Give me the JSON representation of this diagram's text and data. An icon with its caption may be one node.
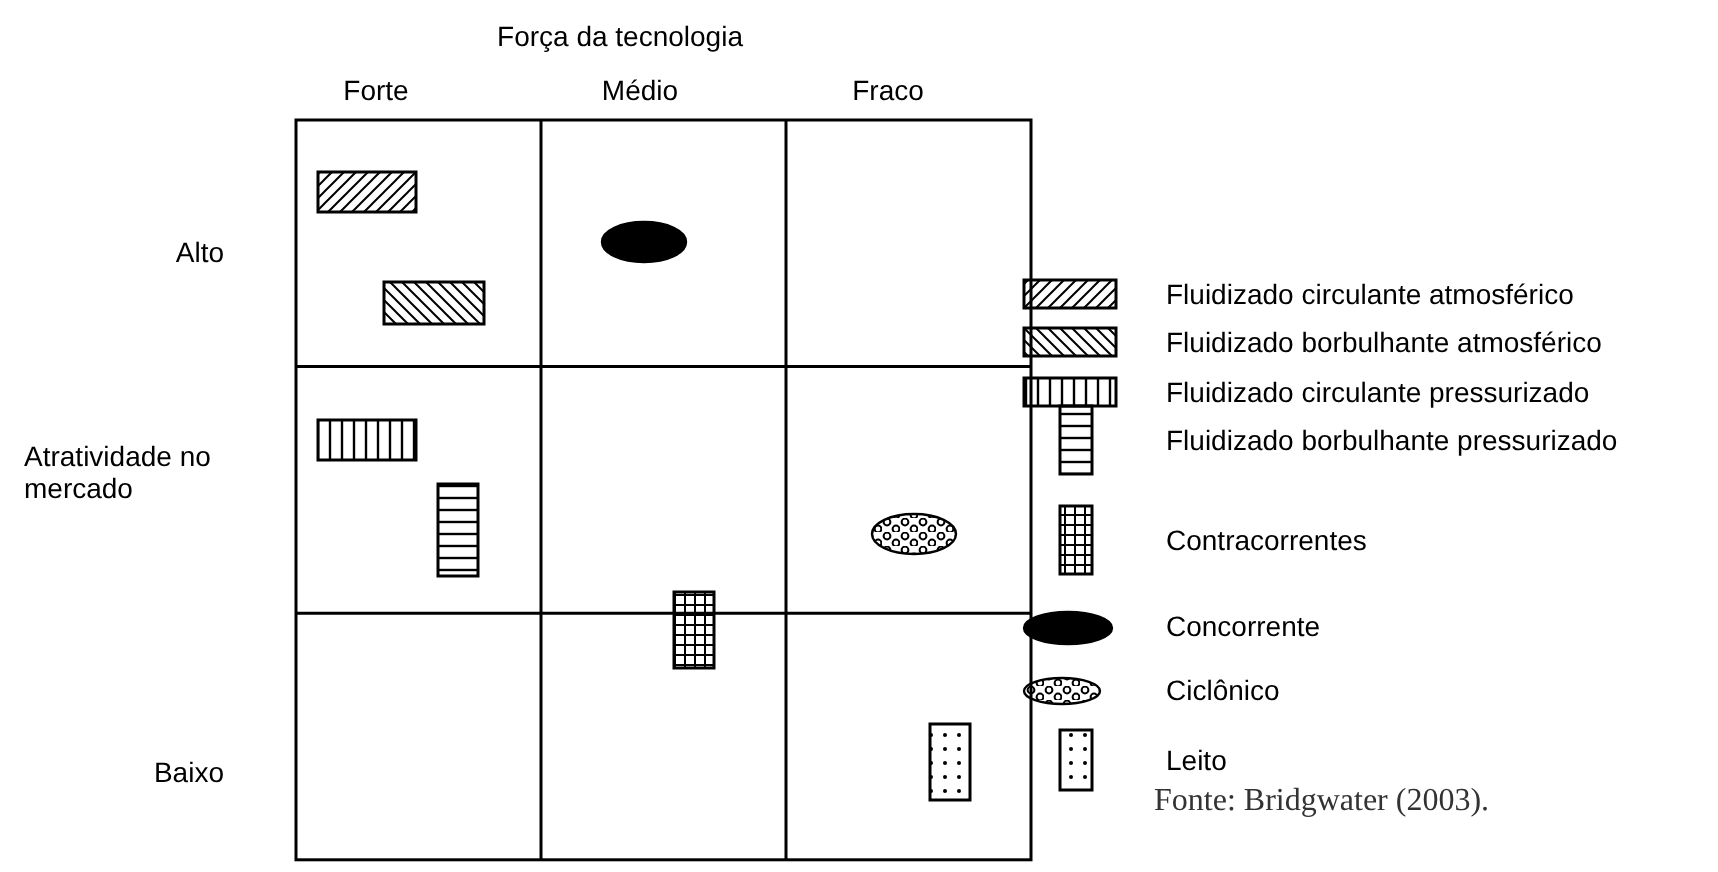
{
  "diagram": {
    "caption": "Fonte: Bridgwater (2003).",
    "labels": [
      "Força da tecnologia",
      "Forte",
      "Médio",
      "Fraco",
      "Alto",
      "Atratividade no mercado",
      "Baixo"
    ],
    "legend": [
      {
        "text": "Fluidizado circulante atmosférico"
      },
      {
        "text": "Fluidizado borbulhante atmosférico"
      },
      {
        "text": "Fluidizado circulante pressurizado"
      },
      {
        "text": "Fluidizado borbulhante pressurizado"
      },
      {
        "text": "Contracorrentes"
      },
      {
        "text": "Concorrente"
      },
      {
        "text": "Ciclônico"
      },
      {
        "text": "Leito"
      }
    ]
  }
}
